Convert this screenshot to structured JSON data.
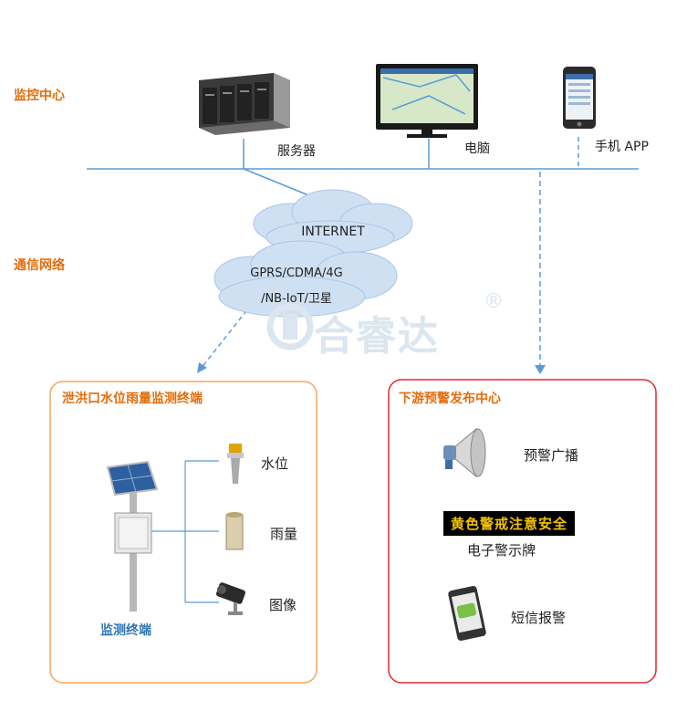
{
  "sections": {
    "monitoring_center": "监控中心",
    "communication_network": "通信网络"
  },
  "devices": {
    "server": "服务器",
    "computer": "电脑",
    "mobile_app": "手机 APP"
  },
  "network": {
    "internet": "INTERNET",
    "wireless_line1": "GPRS/CDMA/4G",
    "wireless_line2": "/NB-IoT/卫星"
  },
  "watermark": {
    "brand": "合睿达",
    "registered": "®"
  },
  "terminal_panel": {
    "title": "泄洪口水位雨量监测终端",
    "sensors": [
      "水位",
      "雨量",
      "图像"
    ],
    "terminal_label": "监测终端",
    "border_color": "#f5a55a",
    "title_color": "#e46c0a",
    "terminal_label_color": "#2e75b6"
  },
  "warning_panel": {
    "title": "下游预警发布中心",
    "items": [
      "预警广播",
      "电子警示牌",
      "短信报警"
    ],
    "sign_text": "黄色警戒注意安全",
    "border_color": "#e8262d",
    "title_color": "#e46c0a"
  },
  "colors": {
    "network_line": "#5b9bd5",
    "section_label": "#e46c0a"
  }
}
